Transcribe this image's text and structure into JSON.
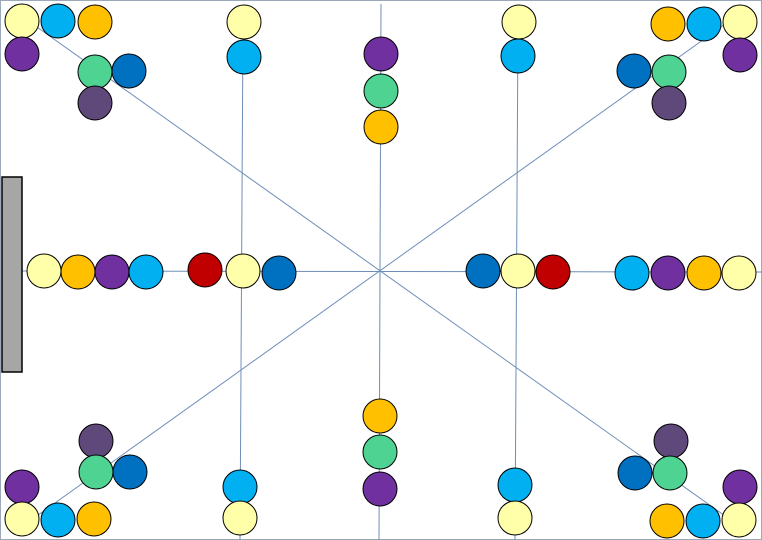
{
  "palette": {
    "yellow": "#ffffaa",
    "cyan": "#00b0f0",
    "orange": "#ffc000",
    "purple": "#7030a0",
    "green": "#4fd393",
    "blue": "#0070c0",
    "indigo": "#5f497a",
    "red": "#c00000",
    "line": "#6f8fb8",
    "frame": "#9aa8b8",
    "bar": "#a6a6a6"
  },
  "groups": [
    {
      "name": "top-left-corner",
      "colors": [
        "yellow",
        "cyan",
        "orange",
        "purple",
        "green",
        "blue",
        "indigo"
      ]
    },
    {
      "name": "top-left-inner",
      "colors": [
        "yellow",
        "cyan"
      ]
    },
    {
      "name": "top-center",
      "colors": [
        "purple",
        "green",
        "orange"
      ]
    },
    {
      "name": "top-right-inner",
      "colors": [
        "yellow",
        "cyan"
      ]
    },
    {
      "name": "top-right-corner",
      "colors": [
        "orange",
        "cyan",
        "yellow",
        "purple",
        "green",
        "blue",
        "indigo"
      ]
    },
    {
      "name": "left-row",
      "colors": [
        "yellow",
        "orange",
        "purple",
        "cyan",
        "red",
        "yellow",
        "blue"
      ]
    },
    {
      "name": "right-row",
      "colors": [
        "blue",
        "yellow",
        "red",
        "cyan",
        "purple",
        "orange",
        "yellow"
      ]
    },
    {
      "name": "bottom-left-corner",
      "colors": [
        "indigo",
        "green",
        "blue",
        "purple",
        "yellow",
        "cyan",
        "orange"
      ]
    },
    {
      "name": "bottom-left-inner",
      "colors": [
        "cyan",
        "yellow"
      ]
    },
    {
      "name": "bottom-center",
      "colors": [
        "orange",
        "green",
        "purple"
      ]
    },
    {
      "name": "bottom-right-inner",
      "colors": [
        "cyan",
        "yellow"
      ]
    },
    {
      "name": "bottom-right-corner",
      "colors": [
        "indigo",
        "blue",
        "green",
        "purple",
        "orange",
        "cyan",
        "yellow"
      ]
    }
  ]
}
